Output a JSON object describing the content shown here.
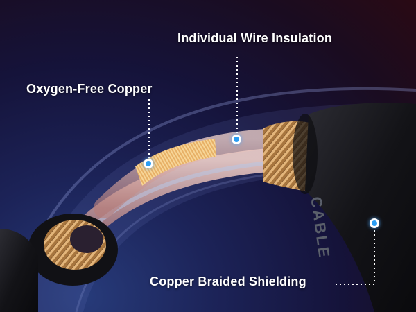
{
  "callouts": {
    "oxygen_free_copper": "Oxygen-Free Copper",
    "wire_insulation": "Individual Wire Insulation",
    "braided_shielding": "Copper Braided Shielding"
  },
  "cable_print": "CABLE",
  "colors": {
    "marker": "#2a9df4",
    "jacket": "#16161b",
    "copper": "#d89a5a",
    "insulation": "#d9a8a0",
    "background_top": "#2a0a14",
    "background_bottom": "#273b7a"
  }
}
